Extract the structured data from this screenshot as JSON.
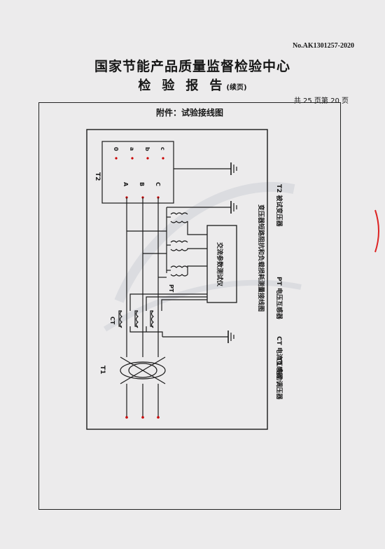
{
  "header": {
    "report_no": "No.AK1301257-2020",
    "org_title": "国家节能产品质量监督检验中心",
    "report_title": "检验报告",
    "report_title_suffix": "(续页)",
    "page_info": "共 25 页第 20 页"
  },
  "attachment": {
    "title": "附件：试验接线图"
  },
  "diagram": {
    "t2_label": "T2",
    "t2_top_terminals": [
      "0",
      "a",
      "b",
      "c"
    ],
    "t2_bottom_terminals": [
      "A",
      "B",
      "C"
    ],
    "ct_label": "CT",
    "pt_label": "PT",
    "t1_label": "T1",
    "instrument_label": "交流参数测试仪",
    "caption_title": "变压器短路阻抗和负载损耗测量接线图",
    "legend": [
      "T2 被试变压器",
      "PT 电压互感器",
      "CT 电流互感器",
      "T1 电动调压器"
    ]
  }
}
